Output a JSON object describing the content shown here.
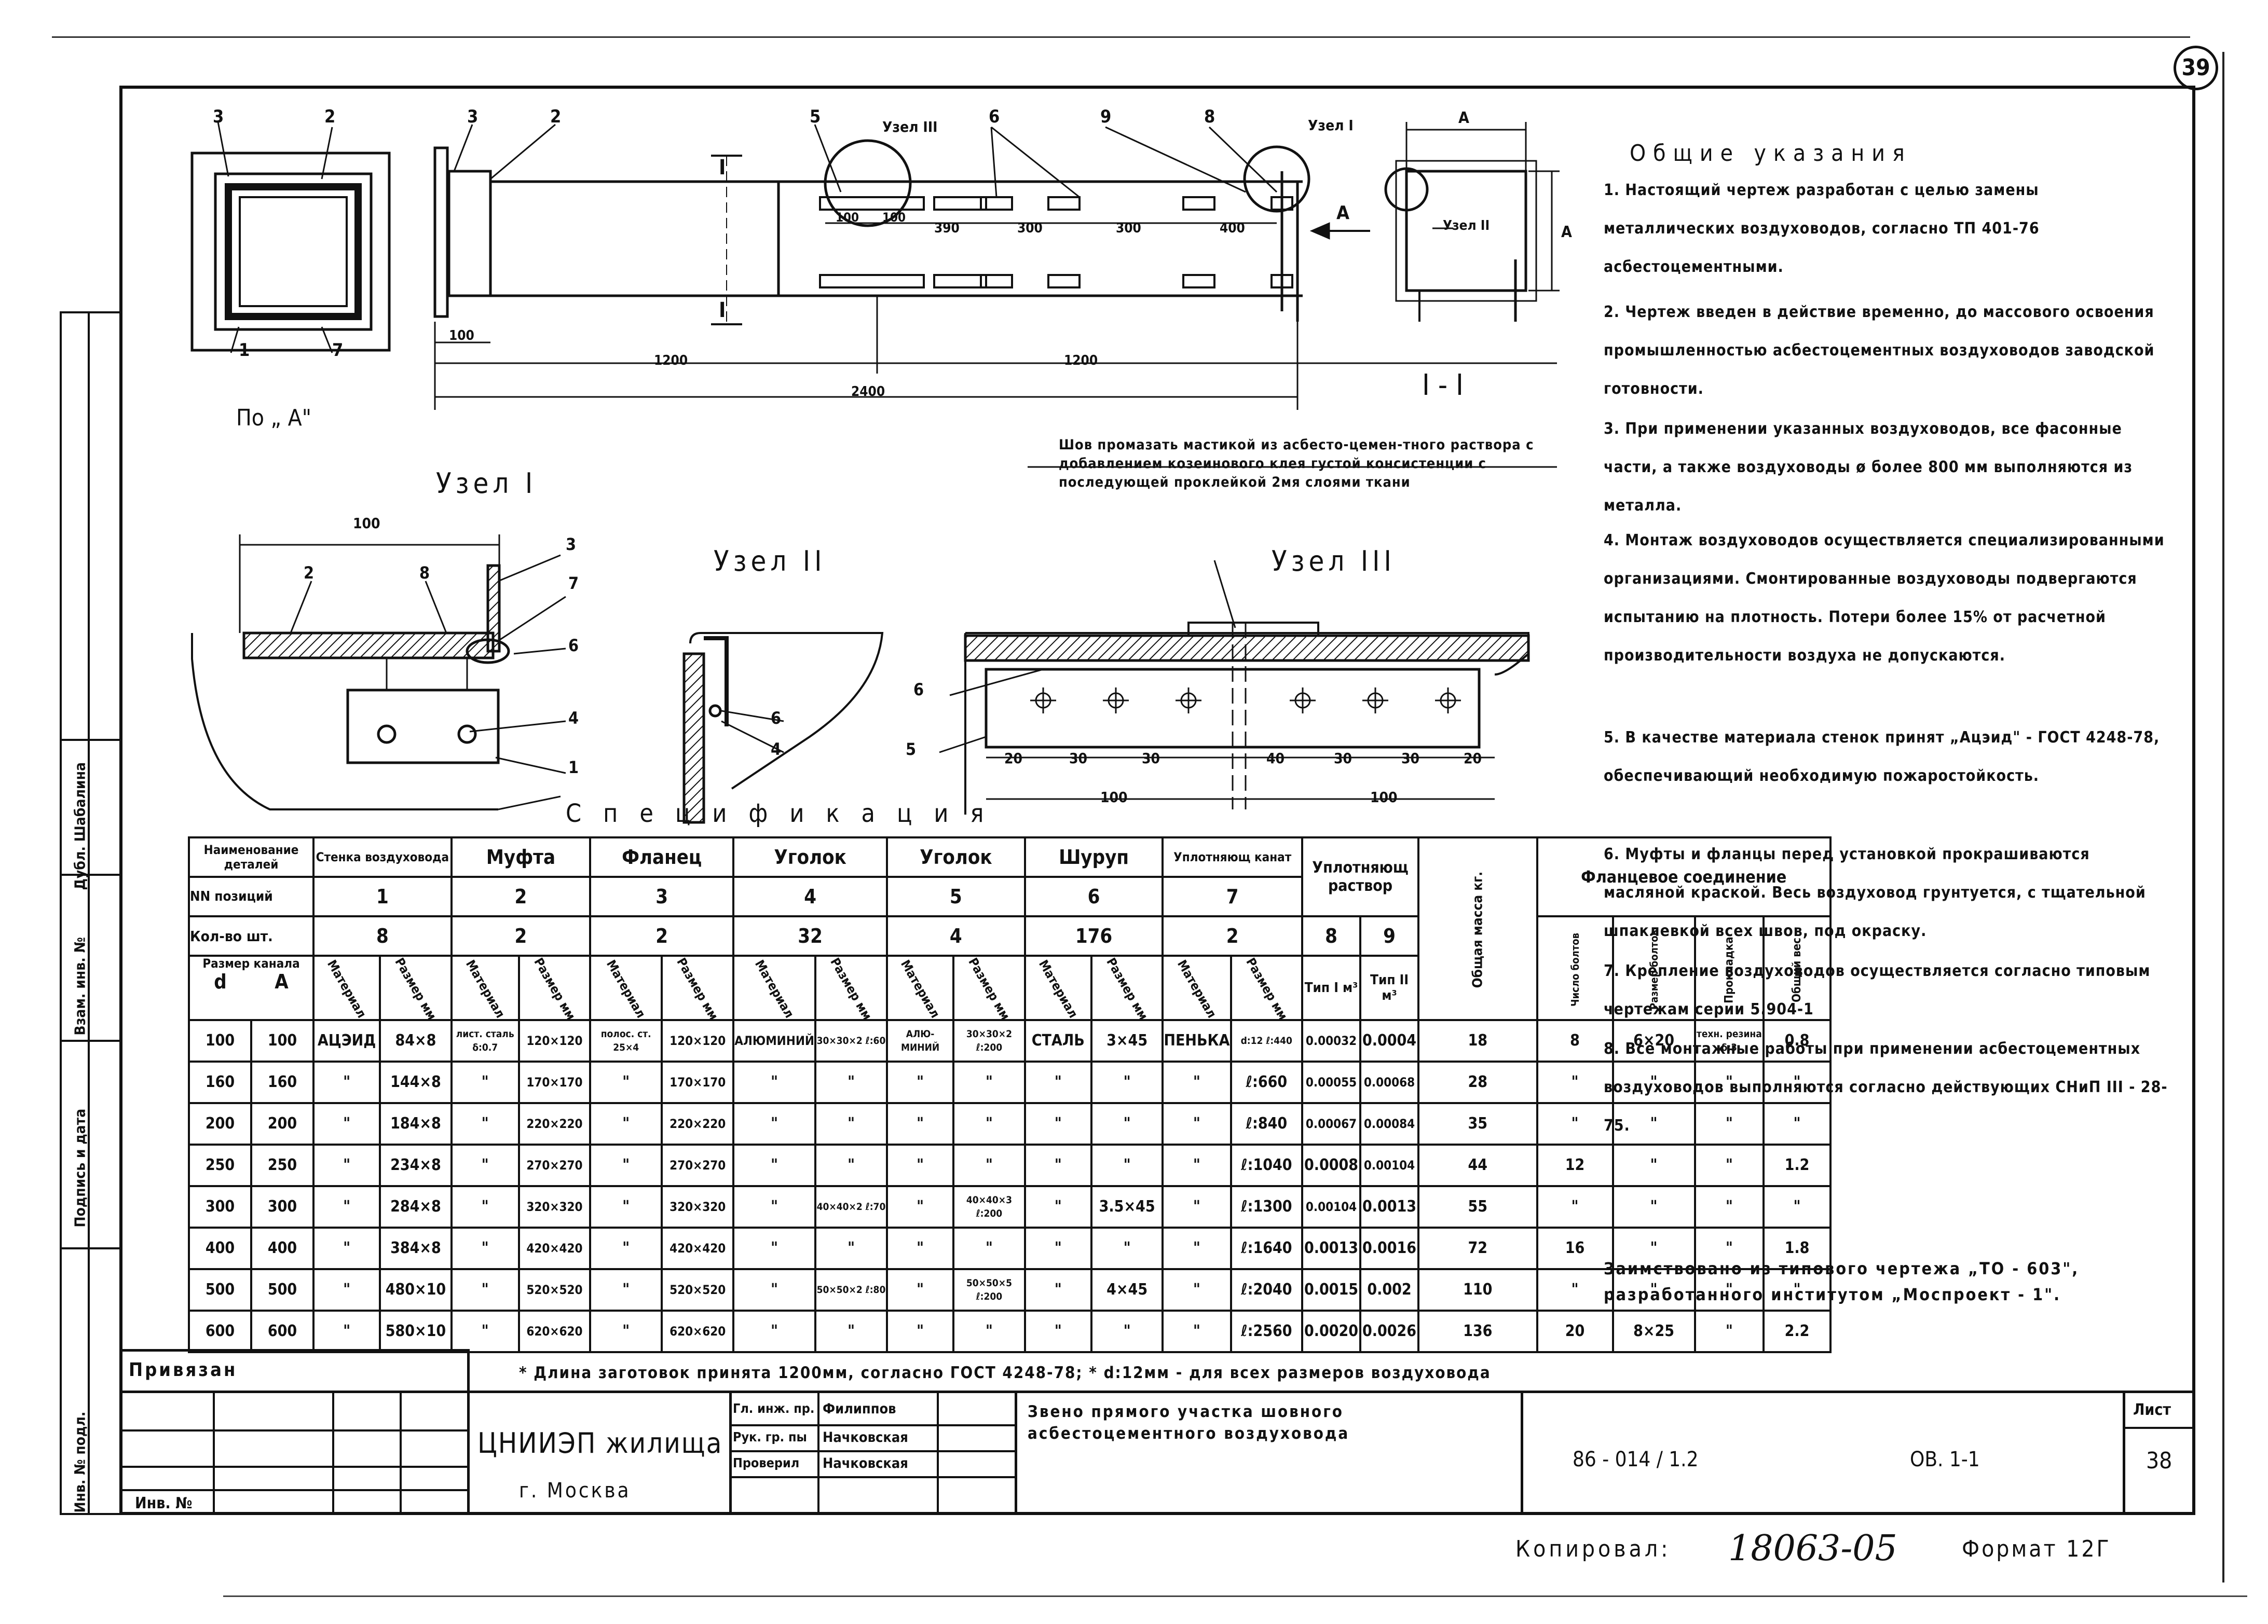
{
  "sheet_number_circle": "39",
  "view_labels": {
    "po_a": "По „ А\"",
    "section": "I - I",
    "section_mark": "I",
    "node1": "Узел I",
    "node2": "Узел II",
    "node3": "Узел III",
    "node1_callout": "Узел I",
    "node2_callout": "Узел II",
    "node3_callout": "Узел III",
    "arrow_a": "А",
    "dim_a": "А"
  },
  "position_marks": [
    "1",
    "2",
    "3",
    "4",
    "5",
    "6",
    "7",
    "8",
    "9"
  ],
  "dimensions": {
    "d100": "100",
    "d1200_left": "1200",
    "d1200_right": "1200",
    "d2400": "2400",
    "d390": "390",
    "d300a": "300",
    "d300b": "300",
    "d400": "400",
    "n3_20a": "20",
    "n3_30a": "30",
    "n3_30b": "30",
    "n3_40": "40",
    "n3_30c": "30",
    "n3_30d": "30",
    "n3_20b": "20",
    "n3_100a": "100",
    "n3_100b": "100",
    "n1_100": "100"
  },
  "seam_note": "Шов промазать мастикой из асбесто-цемен-тного раствора с добавлением козеинового клея густой консистенции с последующей проклейкой 2мя слоями ткани",
  "general_notes": {
    "heading": "Общие указания",
    "items": [
      "1. Настоящий чертеж разработан с целью замены металлических воздуховодов, согласно ТП 401-76 асбестоцементными.",
      "2. Чертеж введен в действие временно, до массового освоения промышленностью асбестоцементных воздуховодов заводской готовности.",
      "3. При применении указанных воздуховодов, все фасонные части, а также воздуховоды ø более 800 мм выполняются из металла.",
      "4. Монтаж воздуховодов осуществляется специализированными организациями. Смонтированные воздуховоды подвергаются испытанию на плотность. Потери более 15% от расчетной производительности воздуха не допускаются.",
      "5. В качестве материала стенок принят „Ацэид\" - ГОСТ 4248-78, обеспечивающий необходимую пожаростойкость.",
      "6. Муфты и фланцы перед установкой прокрашиваются масляной краской. Весь воздуховод грунтуется, с тщательной шпаклевкой всех швов, под окраску.",
      "7. Крепление воздуховодов осуществляется согласно типовым чертежам серии 5.904-1",
      "8. Все монтажные работы при применении асбестоцементных воздуховодов выполняются согласно действующих СНиП III - 28-75."
    ]
  },
  "borrowed_note": "Заимствовано из типового чертежа „ТО - 603\", разработанного институтом „Моспроект - 1\".",
  "spec": {
    "title": "Спецификация",
    "header": {
      "name_detail": "Наименование деталей",
      "duct_wall": "Стенка воздуховода",
      "coupling": "Муфта",
      "flange": "Фланец",
      "angle4": "Уголок",
      "angle5": "Уголок",
      "screw": "Шуруп",
      "seal_rope": "Уплотняющ канат",
      "sealing_mortar": "Уплотняющ раствор",
      "total_mass": "Общая масса кг.",
      "flange_joint": "Фланцевое соединение",
      "pos_label": "NN позиций",
      "positions": [
        "1",
        "2",
        "3",
        "4",
        "5",
        "6",
        "7",
        "8",
        "9"
      ],
      "qty_label": "Кол-во шт.",
      "qty": [
        "8",
        "2",
        "2",
        "32",
        "4",
        "176",
        "2"
      ],
      "channel_size": "Размер канала",
      "d": "d",
      "a": "А",
      "material": "Материал",
      "size_mm": "Размер мм",
      "type1": "Тип I м³",
      "type2": "Тип II м³",
      "bolt_count": "Число болтов",
      "bolt_size": "Размер болтов",
      "gasket": "Прокладка",
      "total_weight": "Общий вес"
    },
    "rows": [
      [
        "100",
        "100",
        "АЦЭИД",
        "84×8",
        "лист. сталь δ:0.7",
        "120×120",
        "полос. ст. 25×4",
        "120×120",
        "АЛЮМИНИЙ",
        "30×30×2 ℓ:60",
        "АЛЮ- МИНИЙ",
        "30×30×2 ℓ:200",
        "СТАЛЬ",
        "3×45",
        "ПЕНЬКА",
        "d:12 ℓ:440",
        "0.00032",
        "0.0004",
        "18",
        "8",
        "6×20",
        "техн. резина δ:3",
        "0.8"
      ],
      [
        "160",
        "160",
        "\"",
        "144×8",
        "\"",
        "170×170",
        "\"",
        "170×170",
        "\"",
        "\"",
        "\"",
        "\"",
        "\"",
        "\"",
        "\"",
        "ℓ:660",
        "0.00055",
        "0.00068",
        "28",
        "\"",
        "\"",
        "\"",
        "\""
      ],
      [
        "200",
        "200",
        "\"",
        "184×8",
        "\"",
        "220×220",
        "\"",
        "220×220",
        "\"",
        "\"",
        "\"",
        "\"",
        "\"",
        "\"",
        "\"",
        "ℓ:840",
        "0.00067",
        "0.00084",
        "35",
        "\"",
        "\"",
        "\"",
        "\""
      ],
      [
        "250",
        "250",
        "\"",
        "234×8",
        "\"",
        "270×270",
        "\"",
        "270×270",
        "\"",
        "\"",
        "\"",
        "\"",
        "\"",
        "\"",
        "\"",
        "ℓ:1040",
        "0.0008",
        "0.00104",
        "44",
        "12",
        "\"",
        "\"",
        "1.2"
      ],
      [
        "300",
        "300",
        "\"",
        "284×8",
        "\"",
        "320×320",
        "\"",
        "320×320",
        "\"",
        "40×40×2 ℓ:70",
        "\"",
        "40×40×3 ℓ:200",
        "\"",
        "3.5×45",
        "\"",
        "ℓ:1300",
        "0.00104",
        "0.0013",
        "55",
        "\"",
        "\"",
        "\"",
        "\""
      ],
      [
        "400",
        "400",
        "\"",
        "384×8",
        "\"",
        "420×420",
        "\"",
        "420×420",
        "\"",
        "\"",
        "\"",
        "\"",
        "\"",
        "\"",
        "\"",
        "ℓ:1640",
        "0.0013",
        "0.0016",
        "72",
        "16",
        "\"",
        "\"",
        "1.8"
      ],
      [
        "500",
        "500",
        "\"",
        "480×10",
        "\"",
        "520×520",
        "\"",
        "520×520",
        "\"",
        "50×50×2 ℓ:80",
        "\"",
        "50×50×5 ℓ:200",
        "\"",
        "4×45",
        "\"",
        "ℓ:2040",
        "0.0015",
        "0.002",
        "110",
        "\"",
        "\"",
        "\"",
        "\""
      ],
      [
        "600",
        "600",
        "\"",
        "580×10",
        "\"",
        "620×620",
        "\"",
        "620×620",
        "\"",
        "\"",
        "\"",
        "\"",
        "\"",
        "\"",
        "\"",
        "ℓ:2560",
        "0.0020",
        "0.0026",
        "136",
        "20",
        "8×25",
        "\"",
        "2.2"
      ]
    ]
  },
  "footnote": "* Длина заготовок принята 1200мм, согласно ГОСТ 4248-78; * d:12мм - для всех размеров воздуховода",
  "title_block": {
    "attached": "Привязан",
    "inv_no": "Инв. №",
    "org": "ЦНИИЭП жилища",
    "city": "г. Москва",
    "roles": [
      "Гл. инж. пр.",
      "Рук. гр. пы",
      "Проверил"
    ],
    "names": [
      "Филиппов",
      "Начковская",
      "Начковская"
    ],
    "drawing_title": "Звено прямого участка шовного асбестоцементного воздуховода",
    "code": "86 - 014 / 1.2",
    "sheet_code": "ОВ. 1-1",
    "sheet_label": "Лист",
    "sheet_no": "38"
  },
  "side_stamp": [
    "Инв. № подл.",
    "Подпись и дата",
    "Взам. инв. №",
    "Дубл. Шабалина"
  ],
  "copied": "Копировал:",
  "copy_no": "18063-05",
  "format": "Формат 12Г"
}
